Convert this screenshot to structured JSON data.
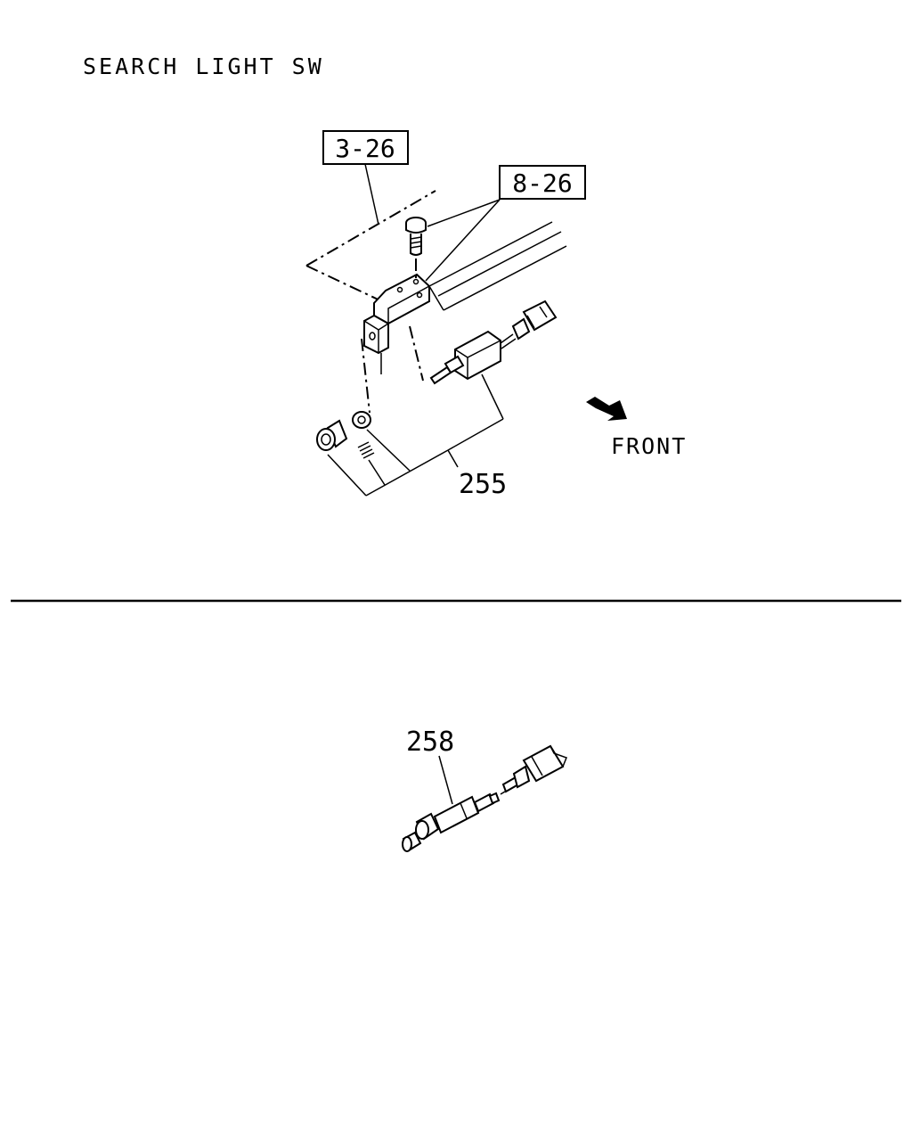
{
  "title": "SEARCH LIGHT SW",
  "ref_boxes": {
    "ref_a": "3-26",
    "ref_b": "8-26"
  },
  "callouts": {
    "switch_assembly": "255",
    "sensor": "258"
  },
  "direction_label": "FRONT",
  "icons": [
    "front-arrow-icon"
  ],
  "colors": {
    "ink": "#000000",
    "paper": "#ffffff"
  }
}
